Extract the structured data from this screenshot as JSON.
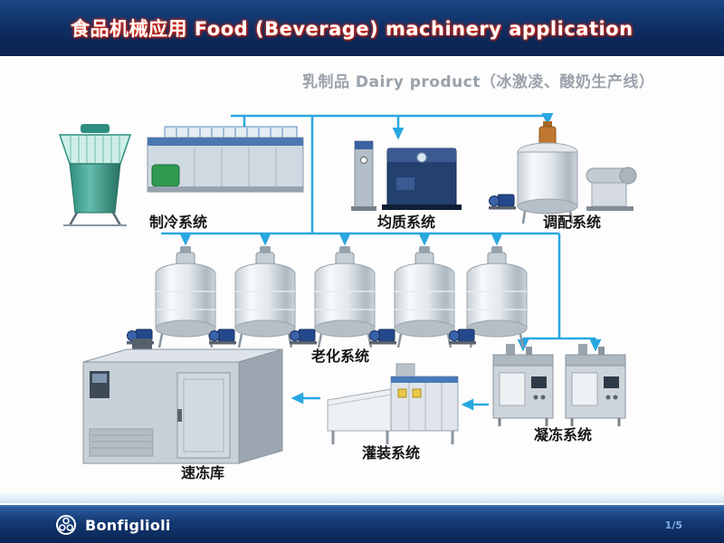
{
  "header": {
    "title": "食品机械应用  Food (Beverage) machinery application"
  },
  "subtitle": "乳制品 Dairy product（冰激凌、酸奶生产线）",
  "diagram": {
    "labels": {
      "cooling": "制冷系统",
      "homogenizing": "均质系统",
      "blending": "调配系统",
      "aging": "老化系统",
      "freezing": "凝冻系统",
      "filling": "灌装系统",
      "quick_freeze": "速冻库"
    },
    "arrow_color": "#2aa7e0"
  },
  "footer": {
    "brand": "Bonfiglioli",
    "page": "1/5"
  },
  "colors": {
    "header_bg": "#0e2c60",
    "title_glow": "#d42a10",
    "subtitle_gray": "#9aa2ab",
    "footer_bg": "#143a74",
    "arrow_blue": "#2aa7e0",
    "tower_teal": "#2e8f80",
    "tank_steel": "#c9d1d8"
  }
}
